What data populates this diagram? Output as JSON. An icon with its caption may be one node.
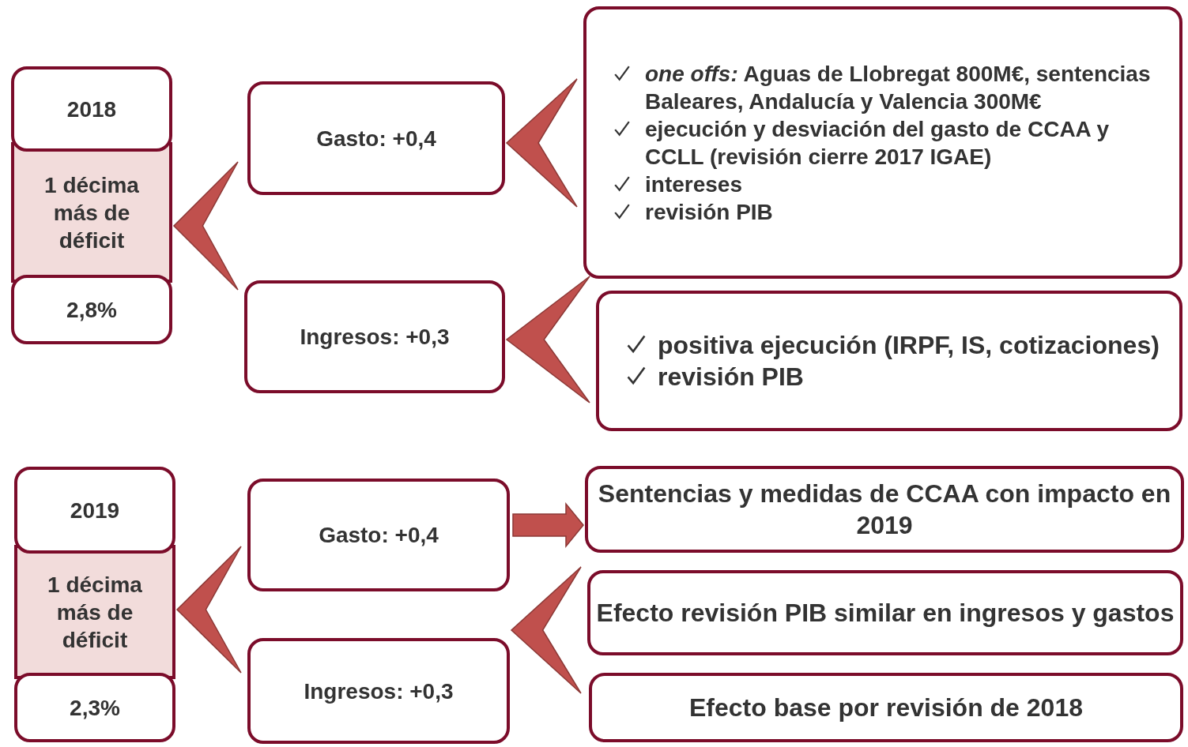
{
  "diagram": {
    "nodes": [
      {
        "text": [
          "2018"
        ]
      },
      {
        "text": [
          "1 décima más de déficit"
        ]
      },
      {
        "text": [
          "2,8%"
        ]
      },
      {
        "text": [
          "Gasto: +0,4"
        ]
      },
      {
        "text": [
          "Ingresos: +0,3"
        ]
      },
      {
        "text": [
          "*one offs:* Aguas de Llobregat 800M€, sentencias Baleares, Andalucía y Valencia 300M€",
          "ejecución y desviación del gasto de CCAA y CCLL (revisión cierre 2017 IGAE)",
          "intereses",
          "revisión PIB"
        ]
      },
      {
        "text": [
          "positiva ejecución (IRPF, IS, cotizaciones)",
          "revisión PIB"
        ]
      },
      {
        "text": [
          "2019"
        ]
      },
      {
        "text": [
          "1 décima más de déficit"
        ]
      },
      {
        "text": [
          "2,3%"
        ]
      },
      {
        "text": [
          "Gasto: +0,4"
        ]
      },
      {
        "text": [
          "Ingresos: +0,3"
        ]
      },
      {
        "text": [
          "Sentencias y medidas de CCAA con impacto en 2019"
        ]
      },
      {
        "text": [
          "Efecto revisión PIB similar en ingresos y gastos"
        ]
      },
      {
        "text": [
          "Efecto base por revisión de 2018"
        ]
      }
    ],
    "edges": [
      {
        "from": 3,
        "to": 1,
        "arrow": "to"
      },
      {
        "from": 4,
        "to": 1,
        "arrow": "to"
      },
      {
        "from": 5,
        "to": 3,
        "arrow": "to"
      },
      {
        "from": 6,
        "to": 4,
        "arrow": "to"
      },
      {
        "from": 10,
        "to": 8,
        "arrow": "to"
      },
      {
        "from": 11,
        "to": 8,
        "arrow": "to"
      },
      {
        "from": 10,
        "to": 12,
        "arrow": "to"
      },
      {
        "from": 13,
        "to": 11,
        "arrow": "to"
      },
      {
        "from": 14,
        "to": 11,
        "arrow": "to"
      }
    ]
  }
}
